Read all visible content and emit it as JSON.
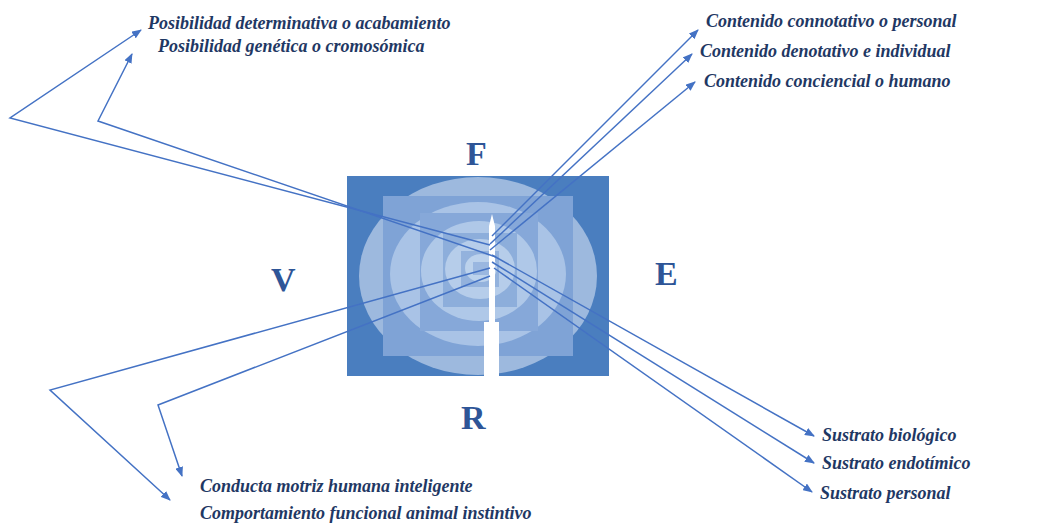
{
  "diagram": {
    "labels": [
      "Posibilidad determinativa o acabamiento",
      "Posibilidad genética o cromosómica",
      "Contenido connotativo o personal",
      "Contenido denotativo e individual",
      "Contenido conciencial o humano",
      "F",
      "V",
      "E",
      "R",
      "Sustrato biológico",
      "Sustrato endotímico",
      "Sustrato personal",
      "Conducta motriz humana inteligente",
      "Comportamiento funcional animal instintivo"
    ]
  }
}
